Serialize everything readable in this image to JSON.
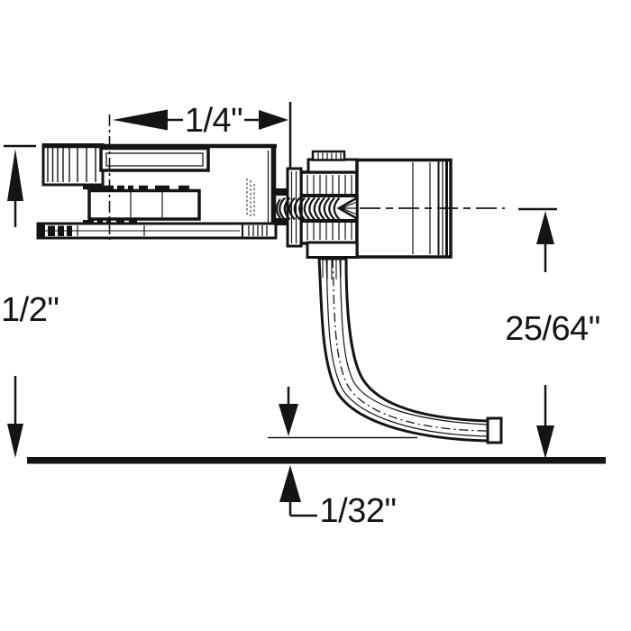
{
  "figure": {
    "kind": "technical line drawing",
    "subject": "model railroad knuckle coupler with draft gear box mounted above rail",
    "background_color": "#ffffff",
    "line_color": "#141414"
  },
  "parts": {
    "left_assembly": "draft-gear-box",
    "right_assembly": "coupler-head",
    "spring": "knuckle-spring-coil",
    "pin": "trip-pin",
    "ground": "rail-head-line"
  },
  "dimension_labels": {
    "gearbox_length": "1/4\"",
    "top_to_rail_height": "1/2\"",
    "centerline_to_rail_height": "25/64\"",
    "trip_pin_clearance": "1/32\""
  }
}
